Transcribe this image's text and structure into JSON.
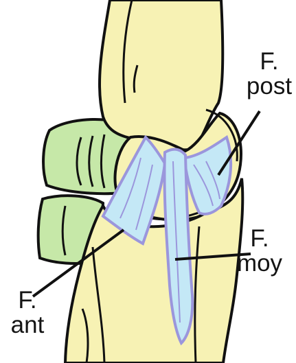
{
  "labels": {
    "post": {
      "line1": "F.",
      "line2": "post"
    },
    "moy": {
      "line1": "F.",
      "line2": "moy"
    },
    "ant": {
      "line1": "F.",
      "line2": "ant"
    }
  },
  "colors": {
    "bone": "#f7f2b4",
    "cartilage": "#c6e8a8",
    "ligament": "#c4e8f6",
    "ligament_edge": "#9b96dc",
    "outline": "#111111"
  }
}
